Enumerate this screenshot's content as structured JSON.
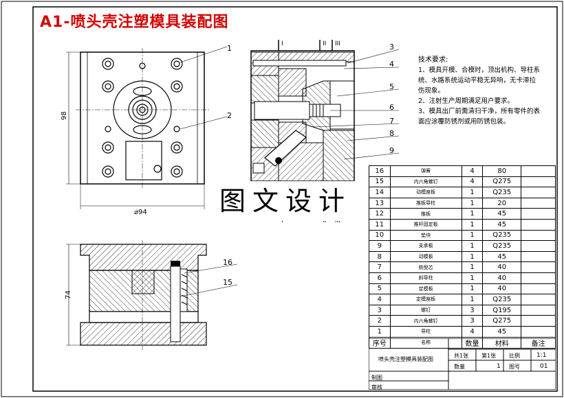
{
  "title": "A1-喷头壳注塑模具装配图",
  "watermark": "图文设计",
  "dimensions": {
    "height_top": "98",
    "width_top": "⌀94",
    "height_bottom": "74"
  },
  "section_marks": {
    "I": "I",
    "II": "II",
    "III": "III"
  },
  "callouts_left": [
    "1",
    "2",
    "16",
    "15"
  ],
  "callouts_right": [
    "3",
    "4",
    "5",
    "6",
    "7",
    "8",
    "9"
  ],
  "tech_requirements": {
    "heading": "技术要求:",
    "items": [
      "1、模具开模、合模时，顶出机构、导柱系统、水路系统运动平稳无异响，无卡滞拉伤现象。",
      "2、注射生产周期满足用户要求。",
      "3、模具出厂前需清扫干净，所有零件的表面应涂覆防锈剂或用防锈包装。"
    ]
  },
  "bom": [
    {
      "no": "16",
      "name": "弹簧",
      "qty": "4",
      "material": "80",
      "remark": ""
    },
    {
      "no": "15",
      "name": "内六角螺钉",
      "qty": "4",
      "material": "Q275",
      "remark": ""
    },
    {
      "no": "14",
      "name": "动模座板",
      "qty": "1",
      "material": "Q235",
      "remark": ""
    },
    {
      "no": "13",
      "name": "推板导柱",
      "qty": "1",
      "material": "20",
      "remark": ""
    },
    {
      "no": "12",
      "name": "推板",
      "qty": "1",
      "material": "45",
      "remark": ""
    },
    {
      "no": "11",
      "name": "推杆固定板",
      "qty": "1",
      "material": "45",
      "remark": ""
    },
    {
      "no": "10",
      "name": "垫块",
      "qty": "1",
      "material": "Q235",
      "remark": ""
    },
    {
      "no": "9",
      "name": "支承板",
      "qty": "1",
      "material": "Q235",
      "remark": ""
    },
    {
      "no": "8",
      "name": "动模板",
      "qty": "1",
      "material": "45",
      "remark": ""
    },
    {
      "no": "7",
      "name": "侧型芯",
      "qty": "1",
      "material": "40",
      "remark": ""
    },
    {
      "no": "6",
      "name": "斜导柱",
      "qty": "1",
      "material": "40",
      "remark": ""
    },
    {
      "no": "5",
      "name": "定模板",
      "qty": "1",
      "material": "40",
      "remark": ""
    },
    {
      "no": "4",
      "name": "定模座板",
      "qty": "1",
      "material": "Q235",
      "remark": ""
    },
    {
      "no": "3",
      "name": "螺钉",
      "qty": "3",
      "material": "Q195",
      "remark": ""
    },
    {
      "no": "2",
      "name": "内六角螺钉",
      "qty": "3",
      "material": "Q275",
      "remark": ""
    },
    {
      "no": "1",
      "name": "导柱",
      "qty": "4",
      "material": "45",
      "remark": ""
    }
  ],
  "bom_header": {
    "no": "序号",
    "name": "名称",
    "qty": "数量",
    "material": "材料",
    "remark": "备注"
  },
  "title_block": {
    "drawing_name": "喷头壳注塑模具装配图",
    "qty_label": "共1张",
    "sheet_label": "第1张",
    "scale_label": "比例",
    "scale_value": "1:1",
    "count_label": "数量",
    "count_value": "1",
    "sheet_no_label": "图号",
    "sheet_no_value": "01",
    "designer_label": "制图",
    "checker_label": "审核"
  }
}
